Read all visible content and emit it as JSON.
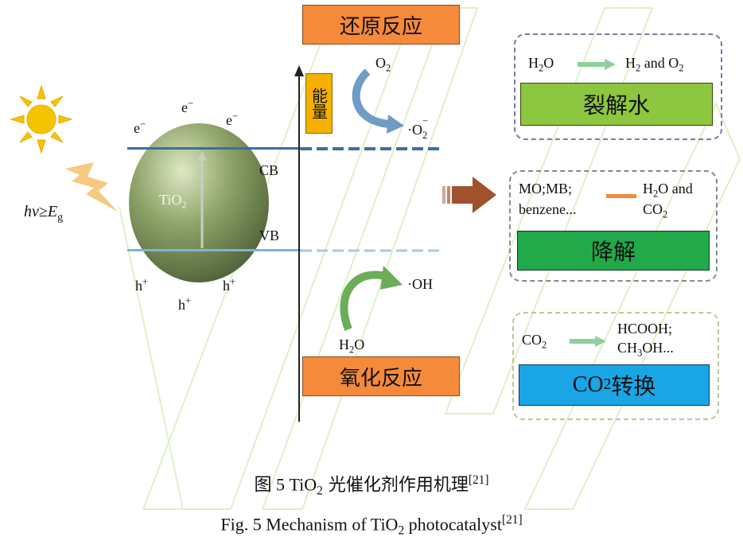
{
  "labels": {
    "reduction": "还原反应",
    "oxidation": "氧化反应",
    "energy": "能量",
    "o2": "O",
    "o2_sub": "2",
    "o2_radical_prefix": "·O",
    "o2_radical_sub": "2",
    "o2_radical_sup": "−",
    "oh": "·OH",
    "h2o_bottom": "H",
    "h2o_bottom_sub": "2",
    "h2o_bottom_tail": "O",
    "cb": "CB",
    "vb": "VB",
    "tio2": "TiO",
    "tio2_sub": "2",
    "electron": "e",
    "electron_sup": "−",
    "hole": "h",
    "hole_sup": "+",
    "hv_prefix": "hv",
    "hv_op": "≥",
    "hv_e": "E",
    "hv_sub": "g"
  },
  "panels": {
    "water": {
      "left_h": "H",
      "left_sub": "2",
      "left_o": "O",
      "right_h": "H",
      "right_sub1": "2",
      "right_mid": " and O",
      "right_sub2": "2",
      "title": "裂解水",
      "border": "#7a7aa8",
      "fill": "#8dc63f"
    },
    "degrade": {
      "left_line1": "MO;MB;",
      "left_line2": "benzene...",
      "right_line1_a": "H",
      "right_line1_sub": "2",
      "right_line1_b": "O and",
      "right_line2_a": "CO",
      "right_line2_sub": "2",
      "title": "降解",
      "border": "#888888",
      "fill": "#22a94a"
    },
    "co2": {
      "left_a": "CO",
      "left_sub": "2",
      "right_line1": "HCOOH;",
      "right_line2_a": "CH",
      "right_line2_sub": "3",
      "right_line2_b": "OH...",
      "title_a": "CO",
      "title_sub": "2",
      "title_b": "转换",
      "border": "#b7c99a",
      "fill": "#1aa6e6"
    }
  },
  "caption": {
    "cn_a": "图 5 TiO",
    "cn_sub": "2",
    "cn_b": " 光催化剂作用机理",
    "cn_ref": "[21]",
    "en_a": "Fig. 5 Mechanism of TiO",
    "en_sub": "2",
    "en_b": " photocatalyst",
    "en_ref": "[21]"
  },
  "colors": {
    "orange_box": "#f58a3a",
    "energy_box": "#f5b000",
    "cb_line": "#3a6ea5",
    "vb_line": "#7fb3d5",
    "arrow_blue": "#6f9cc4",
    "arrow_green": "#6cad5a",
    "brown_arrow": "#a0522d"
  }
}
